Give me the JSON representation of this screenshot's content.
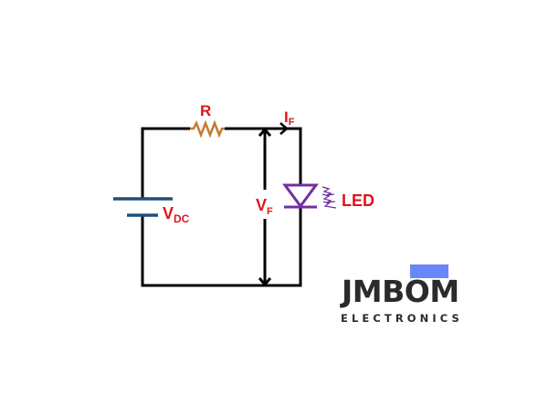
{
  "circuit": {
    "resistor_label": "R",
    "current_label": "I",
    "current_sub": "F",
    "source_label": "V",
    "source_sub": "DC",
    "voltage_label": "V",
    "voltage_sub": "F",
    "led_label": "LED"
  },
  "logo": {
    "name": "JMBOM",
    "tagline": "ELECTRONICS",
    "accent_color": "#6a86f7"
  },
  "colors": {
    "wire": "#000000",
    "resistor": "#c87a30",
    "battery": "#1f4e79",
    "led": "#7030a0",
    "label": "#e0141c"
  }
}
